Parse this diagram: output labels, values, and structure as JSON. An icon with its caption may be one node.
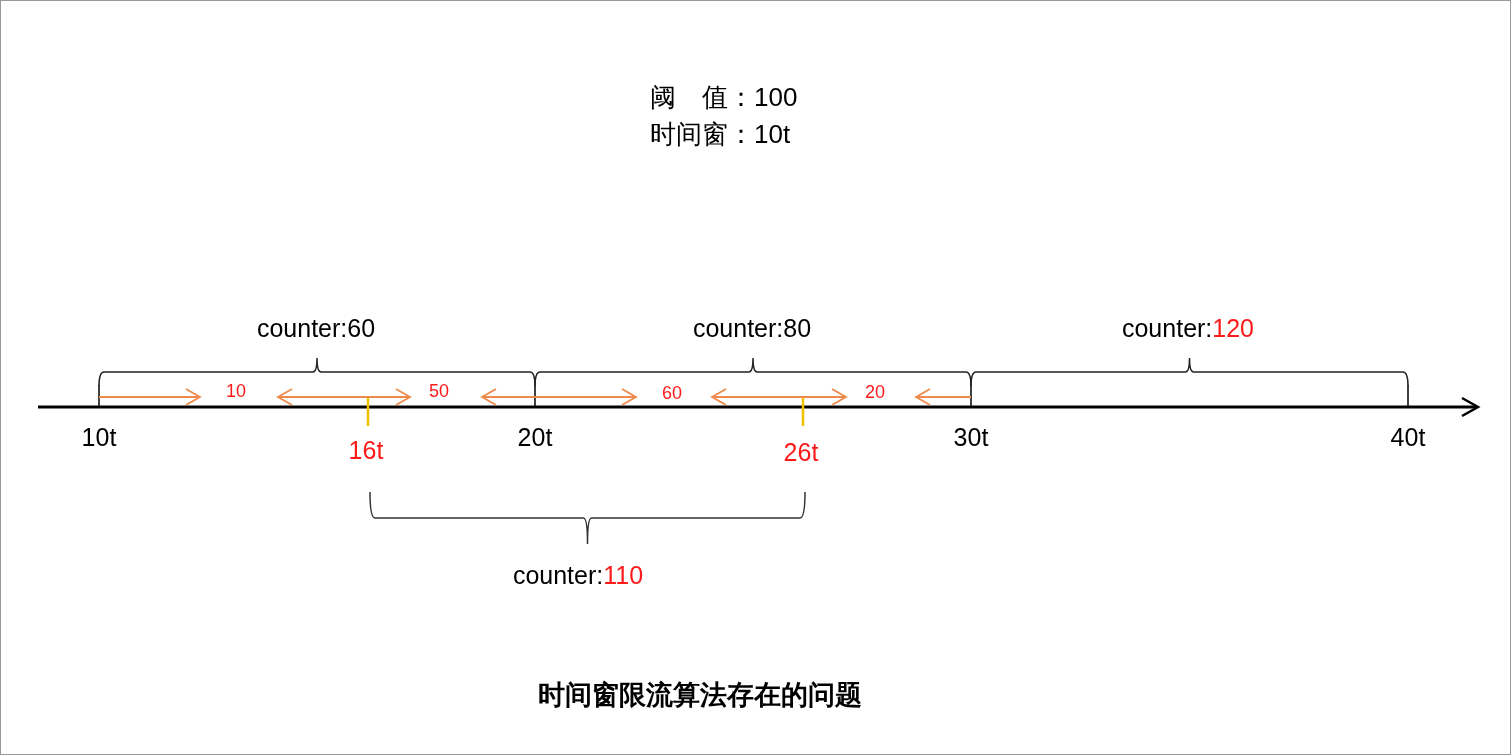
{
  "diagram": {
    "caption": "时间窗限流算法存在的问题",
    "labels": [
      "阈　值：100",
      "时间窗：10t",
      "counter:60",
      "counter:80",
      "counter:120",
      "10",
      "50",
      "60",
      "20",
      "10t",
      "20t",
      "30t",
      "40t",
      "16t",
      "26t",
      "counter:110"
    ]
  }
}
